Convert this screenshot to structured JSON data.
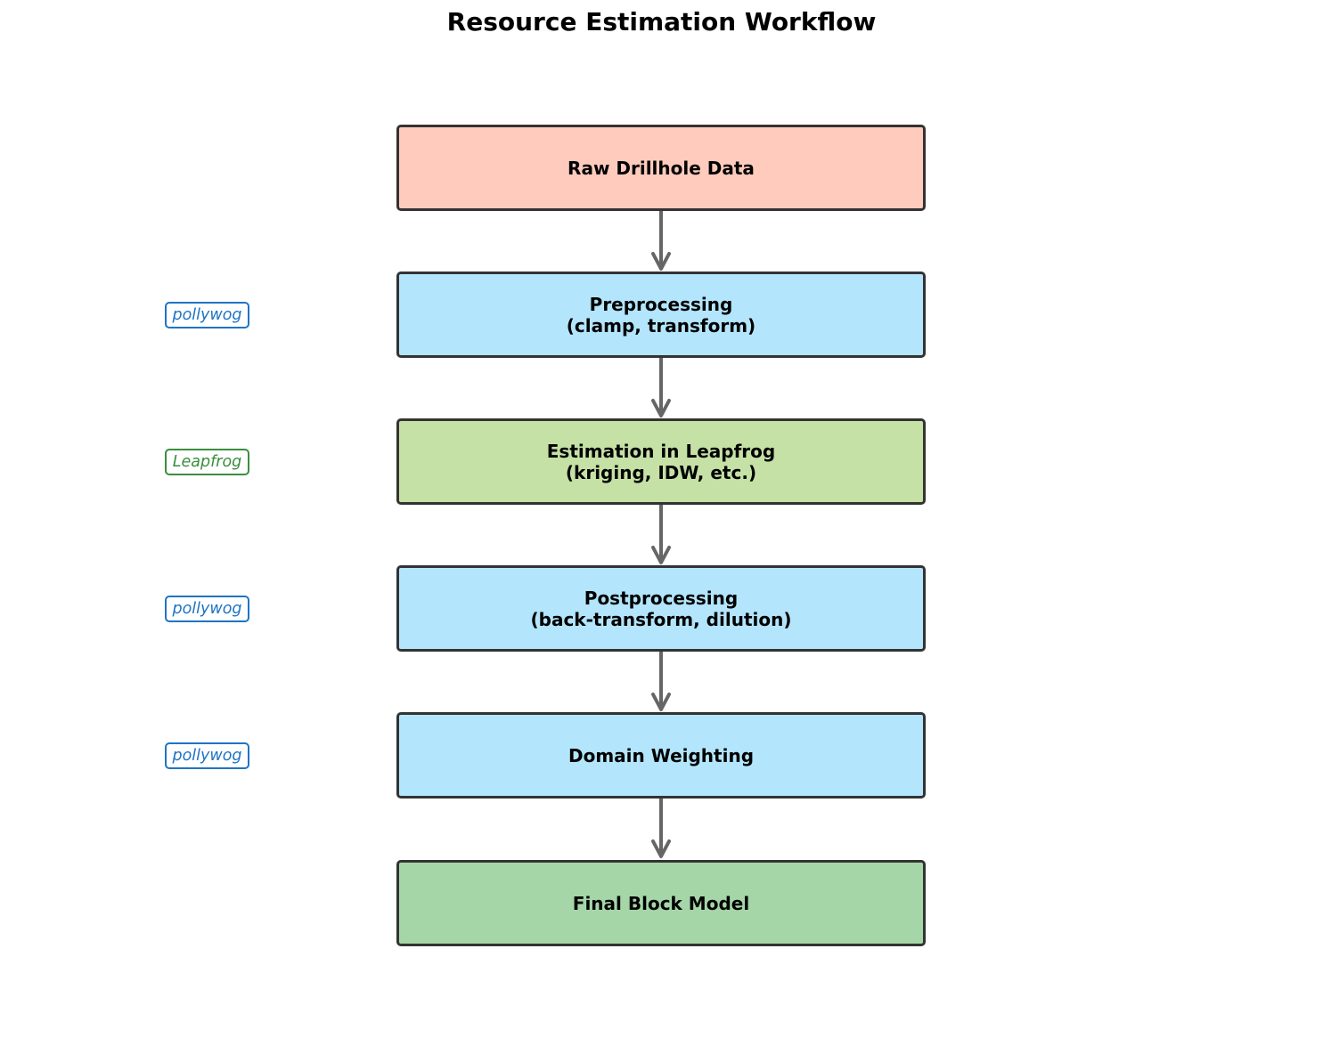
{
  "title": "Resource Estimation Workflow",
  "colors": {
    "raw": "#ffcbbd",
    "process": "#b3e5fc",
    "estimation": "#c5e1a5",
    "final": "#a5d6a7",
    "border": "#333333",
    "arrow": "#666666",
    "pollywog": "#1f74c4",
    "leapfrog": "#3a8e3d"
  },
  "steps": [
    {
      "label": "Raw Drillhole Data",
      "color": "#ffcbbd"
    },
    {
      "label": "Preprocessing\n(clamp, transform)",
      "color": "#b3e5fc"
    },
    {
      "label": "Estimation in Leapfrog\n(kriging, IDW, etc.)",
      "color": "#c5e1a5"
    },
    {
      "label": "Postprocessing\n(back-transform, dilution)",
      "color": "#b3e5fc"
    },
    {
      "label": "Domain Weighting",
      "color": "#b3e5fc"
    },
    {
      "label": "Final Block Model",
      "color": "#a5d6a7"
    }
  ],
  "tools": [
    {
      "label": "pollywog",
      "color": "#1f74c4"
    },
    {
      "label": "Leapfrog",
      "color": "#3a8e3d"
    },
    {
      "label": "pollywog",
      "color": "#1f74c4"
    },
    {
      "label": "pollywog",
      "color": "#1f74c4"
    }
  ]
}
